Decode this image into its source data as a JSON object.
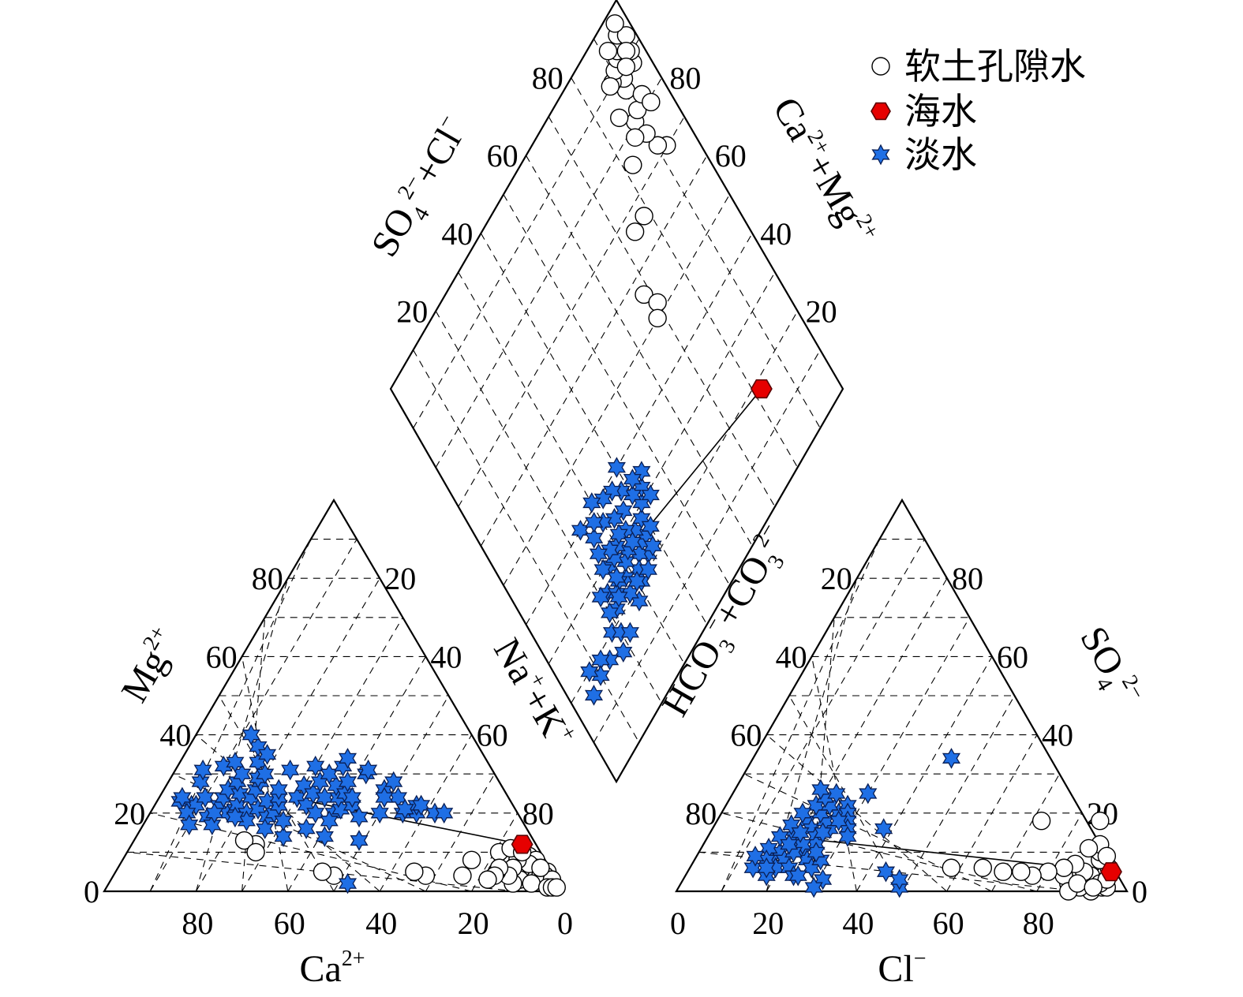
{
  "chart_data": {
    "type": "scatter",
    "subtype": "piper-diagram",
    "legend_position": "top-right",
    "legend": [
      {
        "key": "soft",
        "label": "软土孔隙水",
        "marker": "circle",
        "color": "#ffffff"
      },
      {
        "key": "sea",
        "label": "海水",
        "marker": "hexagon",
        "color": "#e60000"
      },
      {
        "key": "fresh",
        "label": "淡水",
        "marker": "star",
        "color": "#1f6fe5"
      }
    ],
    "cation_triangle": {
      "bottom_label": "Ca²⁺",
      "left_label": "Mg²⁺",
      "right_label": "Na⁺+K⁺",
      "bottom_ticks": [
        "80",
        "60",
        "40",
        "20",
        "0"
      ],
      "left_ticks": [
        "0",
        "20",
        "40",
        "60",
        "80"
      ],
      "right_ticks": [
        "20",
        "40",
        "60",
        "80"
      ]
    },
    "anion_triangle": {
      "bottom_label": "Cl⁻",
      "left_label": "HCO₃⁻+CO₃²⁻",
      "right_label": "SO₄²⁻",
      "bottom_ticks": [
        "0",
        "20",
        "40",
        "60",
        "80"
      ],
      "left_ticks": [
        "20",
        "40",
        "60",
        "80"
      ],
      "right_ticks": [
        "80",
        "60",
        "40",
        "20",
        "0"
      ]
    },
    "diamond": {
      "upper_left_label": "SO₄²⁻+Cl⁻",
      "upper_right_label": "Ca²⁺+Mg²⁺",
      "left_ticks": [
        "20",
        "40",
        "60",
        "80"
      ],
      "right_ticks": [
        "80",
        "60",
        "40",
        "20"
      ]
    },
    "series": [
      {
        "name": "软土孔隙水",
        "cation": [
          [
            3,
            9
          ],
          [
            2,
            8
          ],
          [
            3,
            6
          ],
          [
            1,
            5
          ],
          [
            2,
            4
          ],
          [
            4,
            3
          ],
          [
            2,
            3
          ],
          [
            5,
            4
          ],
          [
            3,
            4
          ],
          [
            6,
            6
          ],
          [
            1,
            3
          ],
          [
            7,
            5
          ],
          [
            8,
            3
          ],
          [
            10,
            2
          ],
          [
            4,
            7
          ],
          [
            6,
            8
          ],
          [
            8,
            6
          ],
          [
            10,
            4
          ],
          [
            12,
            5
          ],
          [
            6,
            2
          ],
          [
            3,
            1
          ],
          [
            2,
            1
          ],
          [
            1,
            1
          ],
          [
            16,
            8
          ],
          [
            20,
            4
          ],
          [
            28,
            4
          ],
          [
            30,
            5
          ],
          [
            48,
            4
          ],
          [
            50,
            5
          ],
          [
            61,
            12
          ],
          [
            63,
            13
          ],
          [
            62,
            10
          ],
          [
            9,
            10
          ],
          [
            6,
            11
          ],
          [
            4,
            10
          ],
          [
            11,
            6
          ],
          [
            13,
            4
          ],
          [
            15,
            3
          ],
          [
            2,
            6
          ]
        ],
        "anion": [
          [
            92,
            0
          ],
          [
            94,
            2
          ],
          [
            93,
            4
          ],
          [
            94,
            1
          ],
          [
            91,
            3
          ],
          [
            95,
            1
          ],
          [
            92,
            2
          ],
          [
            93,
            6
          ],
          [
            90,
            4
          ],
          [
            88,
            5
          ],
          [
            86,
            2
          ],
          [
            84,
            4
          ],
          [
            89,
            1
          ],
          [
            87,
            0
          ],
          [
            90,
            8
          ],
          [
            89,
            10
          ],
          [
            88,
            12
          ],
          [
            91,
            9
          ],
          [
            85,
            7
          ],
          [
            83,
            6
          ],
          [
            80,
            5
          ],
          [
            77,
            4
          ],
          [
            74,
            5
          ],
          [
            70,
            5
          ],
          [
            65,
            6
          ],
          [
            58,
            6
          ],
          [
            72,
            18
          ],
          [
            85,
            18
          ],
          [
            86,
            11
          ],
          [
            88,
            2
          ],
          [
            93,
            2
          ],
          [
            94,
            3
          ],
          [
            92,
            1
          ]
        ],
        "diamond": [
          [
            70,
            92
          ],
          [
            72,
            90
          ],
          [
            80,
            88
          ],
          [
            76,
            89
          ],
          [
            81,
            90
          ],
          [
            86,
            90
          ],
          [
            88,
            91
          ],
          [
            90,
            88
          ],
          [
            91,
            90
          ],
          [
            92,
            92
          ],
          [
            88,
            95
          ],
          [
            90,
            96
          ],
          [
            92,
            94
          ],
          [
            93,
            93
          ],
          [
            95,
            95
          ],
          [
            93,
            97
          ],
          [
            97,
            96
          ],
          [
            95,
            91
          ],
          [
            84,
            85
          ],
          [
            82,
            93
          ],
          [
            78,
            86
          ],
          [
            75,
            82
          ],
          [
            66,
            74
          ],
          [
            56,
            68
          ],
          [
            52,
            70
          ],
          [
            50,
            68
          ],
          [
            66,
            78
          ],
          [
            79,
            94
          ],
          [
            91,
            95
          ],
          [
            90,
            87
          ],
          [
            89,
            93
          ]
        ]
      },
      {
        "name": "海水",
        "cation": [
          [
            3,
            12
          ]
        ],
        "anion": [
          [
            94,
            5
          ]
        ],
        "diamond": [
          [
            18,
            82
          ]
        ]
      },
      {
        "name": "淡水",
        "cation": [
          [
            72,
            23
          ],
          [
            70,
            22
          ],
          [
            69,
            22
          ],
          [
            68,
            19
          ],
          [
            66,
            24
          ],
          [
            65,
            28
          ],
          [
            64,
            22
          ],
          [
            63,
            20
          ],
          [
            62,
            24
          ],
          [
            61,
            21
          ],
          [
            60,
            26
          ],
          [
            60,
            22
          ],
          [
            59,
            20
          ],
          [
            58,
            25
          ],
          [
            57,
            28
          ],
          [
            56,
            24
          ],
          [
            56,
            21
          ],
          [
            55,
            30
          ],
          [
            55,
            19
          ],
          [
            54,
            26
          ],
          [
            53,
            23
          ],
          [
            53,
            20
          ],
          [
            52,
            28
          ],
          [
            51,
            22
          ],
          [
            50,
            24
          ],
          [
            50,
            33
          ],
          [
            49,
            26
          ],
          [
            48,
            37
          ],
          [
            48,
            40
          ],
          [
            47,
            35
          ],
          [
            46,
            24
          ],
          [
            45,
            22
          ],
          [
            44,
            20
          ],
          [
            44,
            31
          ],
          [
            43,
            27
          ],
          [
            42,
            25
          ],
          [
            40,
            24
          ],
          [
            40,
            20
          ],
          [
            39,
            28
          ],
          [
            38,
            21
          ],
          [
            38,
            32
          ],
          [
            37,
            24
          ],
          [
            36,
            27
          ],
          [
            36,
            30
          ],
          [
            35,
            25
          ],
          [
            35,
            22
          ],
          [
            34,
            24
          ],
          [
            33,
            28
          ],
          [
            32,
            32
          ],
          [
            30,
            34
          ],
          [
            28,
            30
          ],
          [
            27,
            31
          ],
          [
            26,
            26
          ],
          [
            24,
            24
          ],
          [
            23,
            28
          ],
          [
            22,
            20
          ],
          [
            21,
            22
          ],
          [
            20,
            22
          ],
          [
            18,
            20
          ],
          [
            16,
            20
          ],
          [
            57,
            16
          ],
          [
            54,
            14
          ],
          [
            52,
            18
          ],
          [
            48,
            16
          ],
          [
            45,
            14
          ],
          [
            42,
            18
          ],
          [
            38,
            13
          ],
          [
            35,
            19
          ],
          [
            30,
            20
          ],
          [
            27,
            24
          ],
          [
            25,
            20
          ],
          [
            24,
            21
          ],
          [
            72,
            20
          ],
          [
            71,
            24
          ],
          [
            73,
            17
          ],
          [
            46,
            2
          ],
          [
            68,
            17
          ],
          [
            60,
            18
          ],
          [
            66,
            20
          ],
          [
            62,
            19
          ],
          [
            63,
            31
          ],
          [
            58,
            32
          ],
          [
            55,
            33
          ],
          [
            52,
            29
          ],
          [
            50,
            30
          ]
        ],
        "anion": [
          [
            20,
            18
          ],
          [
            22,
            16
          ],
          [
            19,
            14
          ],
          [
            21,
            12
          ],
          [
            18,
            10
          ],
          [
            17,
            8
          ],
          [
            20,
            8
          ],
          [
            23,
            10
          ],
          [
            24,
            14
          ],
          [
            25,
            12
          ],
          [
            26,
            16
          ],
          [
            24,
            18
          ],
          [
            22,
            20
          ],
          [
            20,
            22
          ],
          [
            18,
            20
          ],
          [
            17,
            17
          ],
          [
            16,
            14
          ],
          [
            15,
            11
          ],
          [
            16,
            8
          ],
          [
            14,
            6
          ],
          [
            13,
            9
          ],
          [
            19,
            6
          ],
          [
            22,
            6
          ],
          [
            25,
            8
          ],
          [
            26,
            20
          ],
          [
            23,
            22
          ],
          [
            21,
            24
          ],
          [
            27,
            22
          ],
          [
            28,
            20
          ],
          [
            29,
            18
          ],
          [
            30,
            16
          ],
          [
            31,
            14
          ],
          [
            27,
            6
          ],
          [
            28,
            8
          ],
          [
            26,
            10
          ],
          [
            24,
            4
          ],
          [
            18,
            4
          ],
          [
            17,
            6
          ],
          [
            23,
            25
          ],
          [
            19,
            26
          ],
          [
            38,
            16
          ],
          [
            44,
            34
          ],
          [
            44,
            5
          ],
          [
            49,
            1
          ],
          [
            48,
            3
          ],
          [
            31,
            3
          ],
          [
            30,
            1
          ],
          [
            30,
            25
          ],
          [
            27,
            18
          ],
          [
            25,
            15
          ],
          [
            22,
            12
          ],
          [
            20,
            15
          ],
          [
            21,
            10
          ],
          [
            19,
            12
          ],
          [
            25,
            4
          ]
        ],
        "diamond": [
          [
            25,
            36
          ],
          [
            25,
            38
          ],
          [
            22,
            36
          ],
          [
            24,
            34
          ],
          [
            22,
            32
          ],
          [
            20,
            31
          ],
          [
            24,
            28
          ],
          [
            18,
            28
          ],
          [
            21,
            27
          ],
          [
            25,
            26
          ],
          [
            26,
            30
          ],
          [
            27,
            32
          ],
          [
            28,
            36
          ],
          [
            30,
            34
          ],
          [
            30,
            30
          ],
          [
            29,
            26
          ],
          [
            30,
            24
          ],
          [
            26,
            22
          ],
          [
            27,
            20
          ],
          [
            22,
            22
          ],
          [
            24,
            24
          ],
          [
            23,
            20
          ],
          [
            20,
            18
          ],
          [
            18,
            20
          ],
          [
            16,
            22
          ],
          [
            15,
            18
          ],
          [
            17,
            14
          ],
          [
            19,
            12
          ],
          [
            17,
            10
          ],
          [
            20,
            8
          ],
          [
            16,
            6
          ],
          [
            23,
            24
          ],
          [
            26,
            26
          ],
          [
            29,
            28
          ],
          [
            31,
            32
          ],
          [
            33,
            36
          ],
          [
            34,
            33
          ],
          [
            28,
            39
          ],
          [
            30,
            41
          ],
          [
            32,
            43
          ],
          [
            34,
            45
          ],
          [
            33,
            40
          ],
          [
            36,
            38
          ],
          [
            35,
            42
          ],
          [
            38,
            36
          ],
          [
            40,
            40
          ],
          [
            36,
            30
          ],
          [
            39,
            33
          ],
          [
            41,
            30
          ],
          [
            29,
            44
          ],
          [
            25,
            40
          ],
          [
            22,
            38
          ],
          [
            20,
            34
          ],
          [
            31,
            28
          ],
          [
            27,
            34
          ],
          [
            40,
            24
          ],
          [
            36,
            26
          ],
          [
            38,
            28
          ],
          [
            21,
            30
          ],
          [
            33,
            25
          ]
        ]
      }
    ]
  }
}
